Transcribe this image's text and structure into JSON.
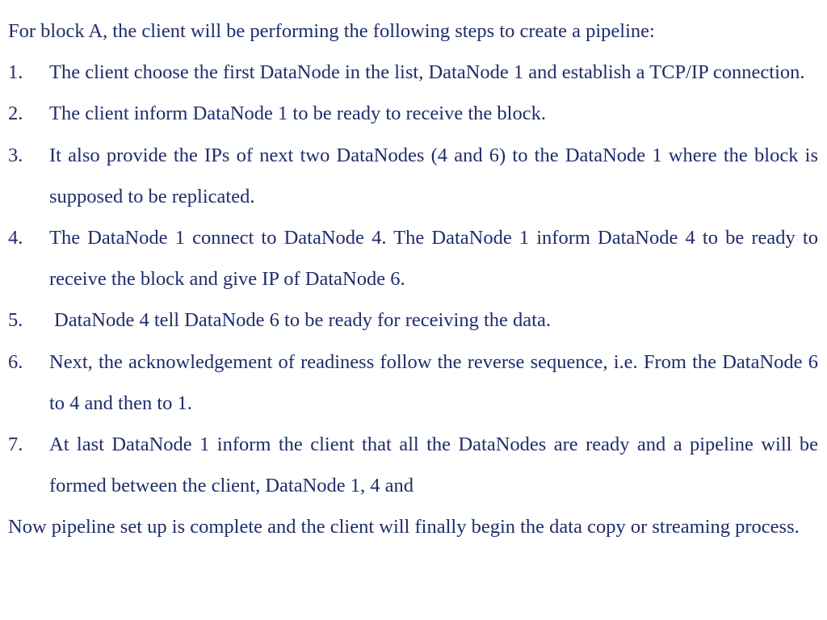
{
  "intro": "For block A, the client will be performing the following steps to create a pipeline:",
  "steps": [
    {
      "num": "1.",
      "text": "The client choose the first DataNode in the list, DataNode 1 and establish a TCP/IP connection."
    },
    {
      "num": "2.",
      "text": "The client inform DataNode 1 to be ready to receive the block."
    },
    {
      "num": "3.",
      "text": "It also provide the IPs of next two DataNodes (4 and 6) to the DataNode 1 where the block is supposed to be replicated."
    },
    {
      "num": "4.",
      "text": "The DataNode 1 connect to DataNode 4. The DataNode 1 inform DataNode 4 to be ready to receive the block and give IP of DataNode 6."
    },
    {
      "num": "5.",
      "text": "DataNode 4 tell DataNode 6 to be ready for receiving the data."
    },
    {
      "num": "6.",
      "text": "Next, the acknowledgement of readiness follow the reverse sequence, i.e. From the DataNode 6 to 4 and then to 1."
    },
    {
      "num": "7.",
      "text": "At last DataNode 1 inform the client that all the DataNodes are ready and a pipeline will be formed between the client, DataNode 1, 4 and"
    }
  ],
  "outro": "Now pipeline set up is complete and the client will finally begin the data copy or streaming process."
}
